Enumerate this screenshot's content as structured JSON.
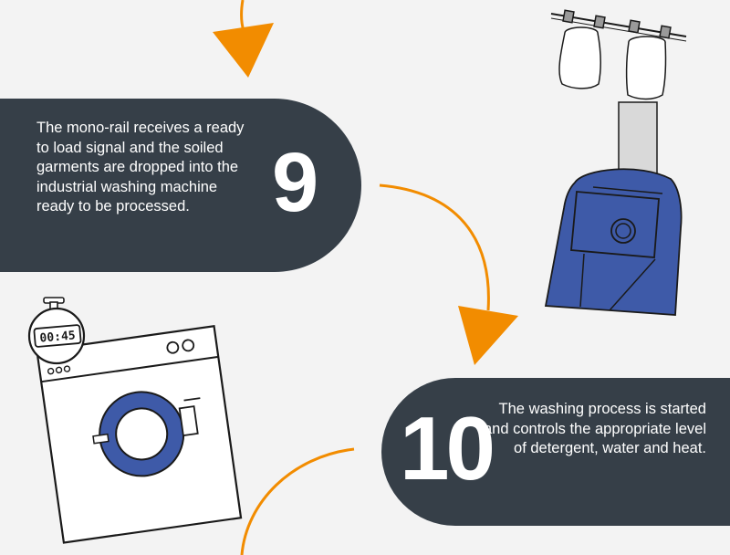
{
  "steps": [
    {
      "number": "9",
      "text": "The mono-rail receives a ready to load signal and the soiled garments are dropped into the industrial washing machine ready to be processed."
    },
    {
      "number": "10",
      "text": "The washing process is started and controls the appropriate level of detergent, water and heat."
    }
  ],
  "timer": {
    "display": "00:45"
  },
  "colors": {
    "background": "#f3f3f3",
    "panel": "#363f48",
    "accent_orange": "#f28c00",
    "machine_blue": "#3e5aa8",
    "outline": "#1a1a1a"
  },
  "icons": {
    "flow_arrows": "arrow-down-icon",
    "monorail": "monorail-bags-icon",
    "washer_hopper": "industrial-washer-icon",
    "washing_machine": "washing-machine-icon",
    "stopwatch": "stopwatch-icon"
  }
}
